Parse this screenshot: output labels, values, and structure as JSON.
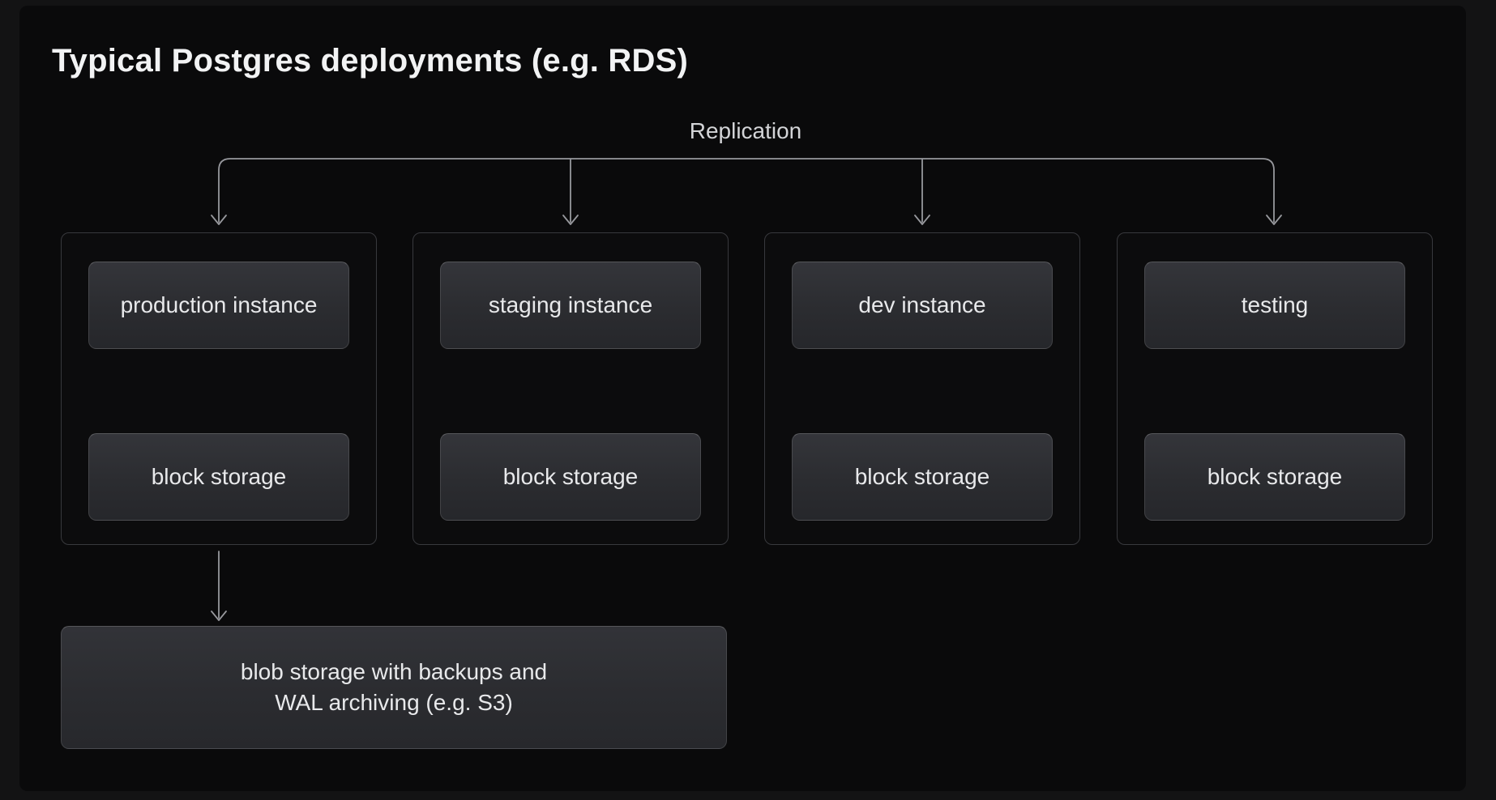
{
  "title": "Typical Postgres deployments (e.g. RDS)",
  "replication_label": "Replication",
  "groups": [
    {
      "instance": "production instance",
      "storage": "block storage"
    },
    {
      "instance": "staging instance",
      "storage": "block storage"
    },
    {
      "instance": "dev instance",
      "storage": "block storage"
    },
    {
      "instance": "testing",
      "storage": "block storage"
    }
  ],
  "blob_storage": {
    "line1": "blob storage with backups and",
    "line2": "WAL archiving (e.g. S3)"
  },
  "colors": {
    "page_background": "#131314",
    "panel_background": "#0a0a0b",
    "container_border": "#38393d",
    "node_fill_top": "#34353a",
    "node_fill_bottom": "#26272b",
    "node_text": "#e8e9eb",
    "connector_line": "#97989d",
    "replication_text": "#d3d4d7",
    "title_text": "#f2f3f4"
  }
}
